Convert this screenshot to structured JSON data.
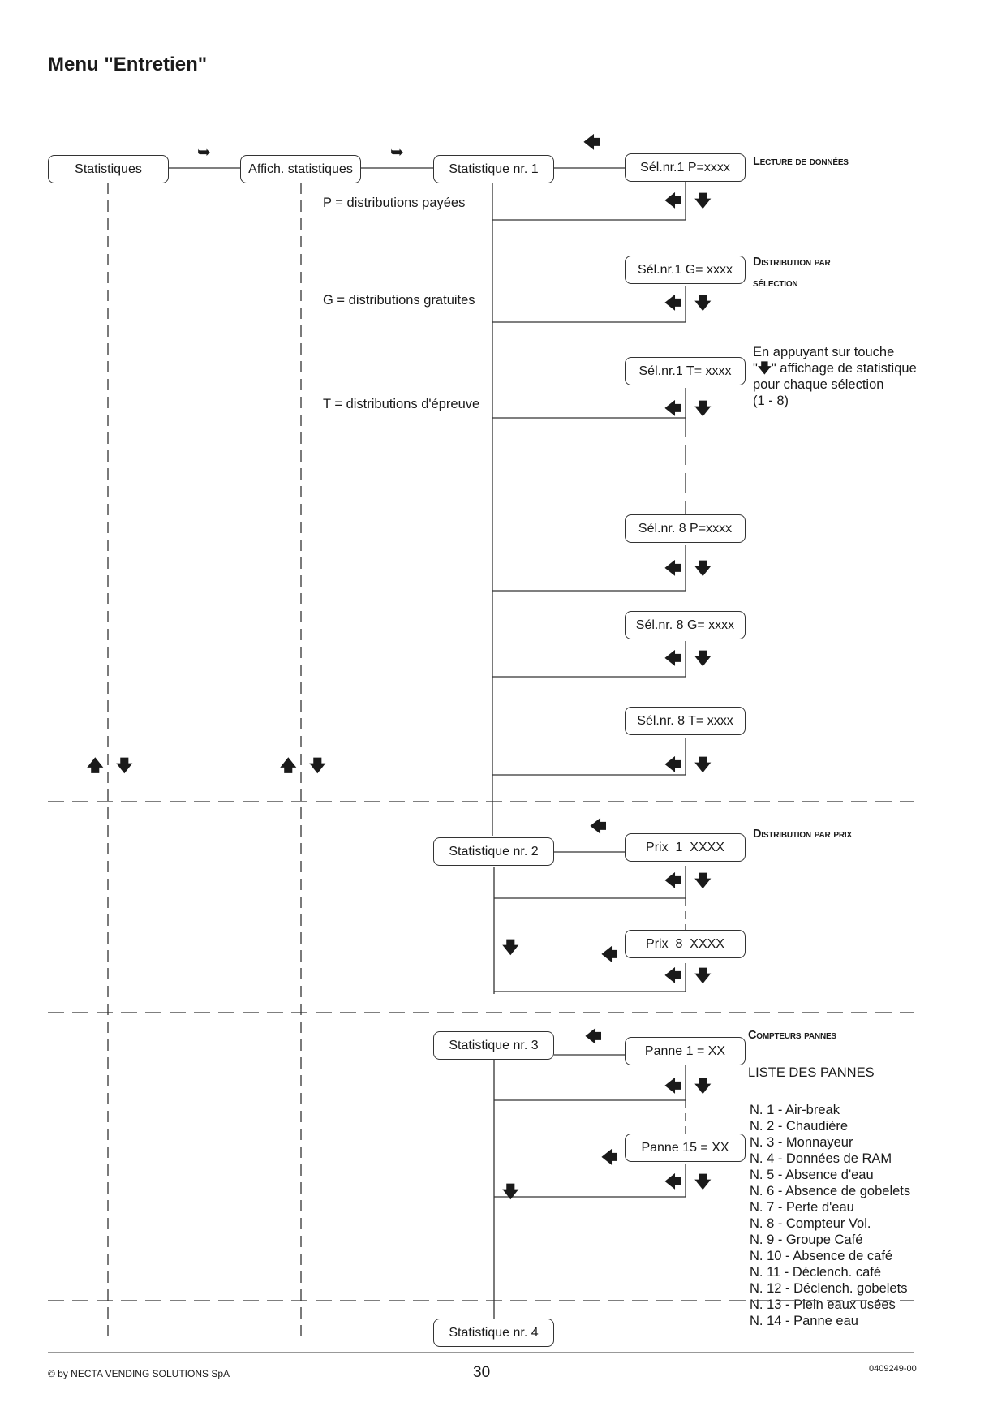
{
  "title": "Menu \"Entretien\"",
  "boxes": {
    "statistiques": "Statistiques",
    "affich_statistiques": "Affich. statistiques",
    "stat1": "Statistique nr. 1",
    "stat2": "Statistique nr. 2",
    "stat3": "Statistique nr. 3",
    "stat4": "Statistique nr. 4",
    "sel1_p": "Sél.nr.1 P=xxxx",
    "sel1_g": "Sél.nr.1 G= xxxx",
    "sel1_t": "Sél.nr.1 T= xxxx",
    "sel8_p": "Sél.nr. 8 P=xxxx",
    "sel8_g": "Sél.nr. 8 G= xxxx",
    "sel8_t": "Sél.nr. 8 T= xxxx",
    "prix1": "Prix  1  XXXX",
    "prix8": "Prix  8  XXXX",
    "panne1": "Panne 1 = XX",
    "panne15": "Panne 15 = XX"
  },
  "legend": {
    "p": "P = distributions payées",
    "g": "G = distributions gratuites",
    "t": "T = distributions d'épreuve"
  },
  "headers": {
    "lecture": "Lecture de données",
    "distribution_selection_1": "Distribution par",
    "distribution_selection_2": "sélection",
    "distribution_prix": "Distribution par prix",
    "compteurs_pannes": "Compteurs pannes"
  },
  "note": {
    "line1": "En appuyant sur touche",
    "line2_pre": "\"",
    "line2_post": "\" affichage de statistique",
    "line3": "pour chaque sélection",
    "line4": "(1 - 8)"
  },
  "failures": {
    "heading": "LISTE DES PANNES",
    "items": [
      "N. 1 - Air-break",
      "N. 2 - Chaudière",
      "N. 3 - Monnayeur",
      "N. 4 - Données de RAM",
      "N. 5 - Absence d'eau",
      "N. 6 - Absence de gobelets",
      "N. 7 - Perte d'eau",
      "N. 8 - Compteur Vol.",
      "N. 9 - Groupe Café",
      "N. 10 - Absence de café",
      "N. 11 - Déclench. café",
      "N. 12 - Déclench. gobelets",
      "N. 13 - Plein eaux usées",
      "N. 14 - Panne eau"
    ]
  },
  "icons": {
    "right": "➥",
    "left": "🡄",
    "down": "🡇",
    "up": "🡅"
  },
  "footer": {
    "copyright": "© by NECTA VENDING SOLUTIONS SpA",
    "page": "30",
    "code": "0409249-00"
  }
}
